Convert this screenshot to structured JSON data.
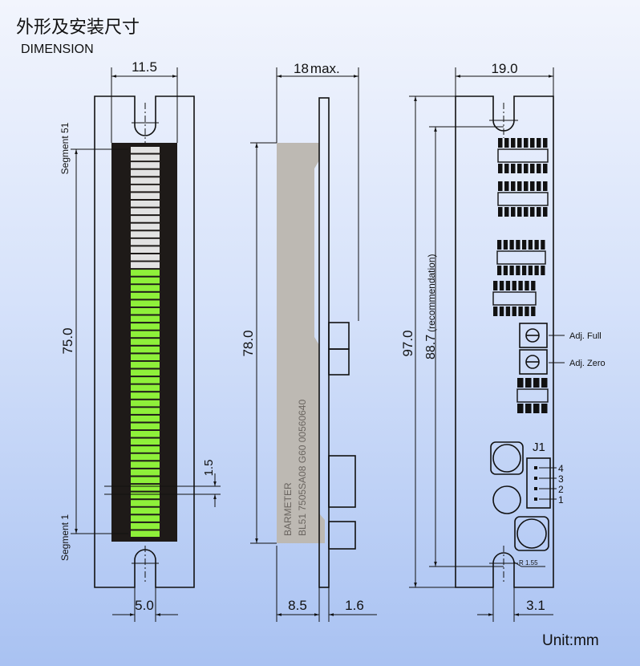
{
  "title_cn": "外形及安装尺寸",
  "title_en": "DIMENSION",
  "front_view": {
    "width_dim": "11.5",
    "height_dim": "75.0",
    "segment_pitch_dim": "1.5",
    "slot_dim": "5.0",
    "segment_top_label": "Segment 51",
    "segment_bottom_label": "Segment 1",
    "segment_count": 51,
    "green_segments": 35,
    "colors": {
      "lit": "#8ef03a",
      "unlit": "#e2e2e2",
      "body": "#1e1a18"
    }
  },
  "side_view": {
    "depth_dim": "18",
    "depth_suffix": "max.",
    "height_dim": "78.0",
    "label_offset_dim": "8.5",
    "board_thickness_dim": "1.6",
    "label_line1": "BARMETER",
    "label_line2": "BL51  7505SA08  G60 00560640"
  },
  "back_view": {
    "width_dim": "19.0",
    "height_dim": "97.0",
    "mount_dim": "88.7",
    "mount_note": "(recommendation)",
    "slot_dim": "3.1",
    "radius_note": "R 1.55",
    "adj_full": "Adj. Full",
    "adj_zero": "Adj. Zero",
    "connector": "J1",
    "pins": [
      "4",
      "3",
      "2",
      "1"
    ]
  },
  "unit": "Unit:mm"
}
